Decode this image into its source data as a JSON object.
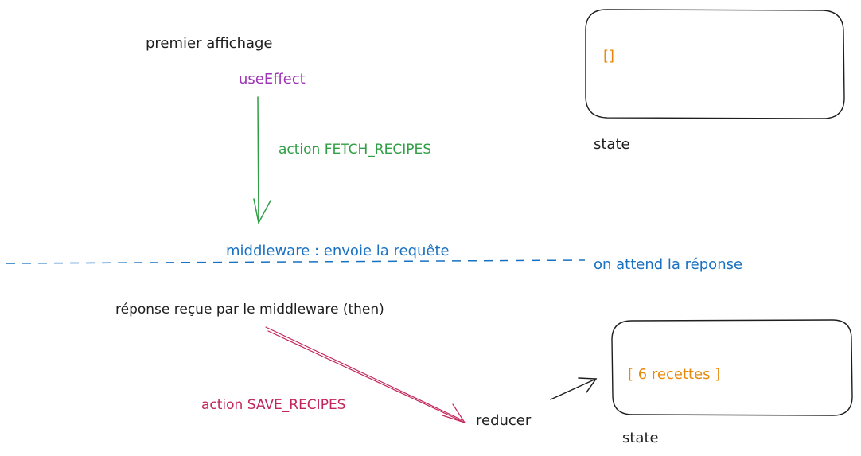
{
  "colors": {
    "text": "#1e1e1e",
    "purple": "#9c36b5",
    "green": "#2f9e44",
    "blue": "#1971c2",
    "crimson": "#c2255c",
    "orange": "#e8890c"
  },
  "labels": {
    "first_render": "premier affichage",
    "use_effect": "useEffect",
    "fetch_action": "action FETCH_RECIPES",
    "middleware_request": "middleware : envoie la requête",
    "waiting": "on attend la réponse",
    "response_received": "réponse reçue par le middleware (then)",
    "save_action": "action SAVE_RECIPES",
    "reducer": "reducer"
  },
  "states": [
    {
      "caption": "state",
      "value": "[]"
    },
    {
      "caption": "state",
      "value": "[ 6 recettes ]"
    }
  ]
}
